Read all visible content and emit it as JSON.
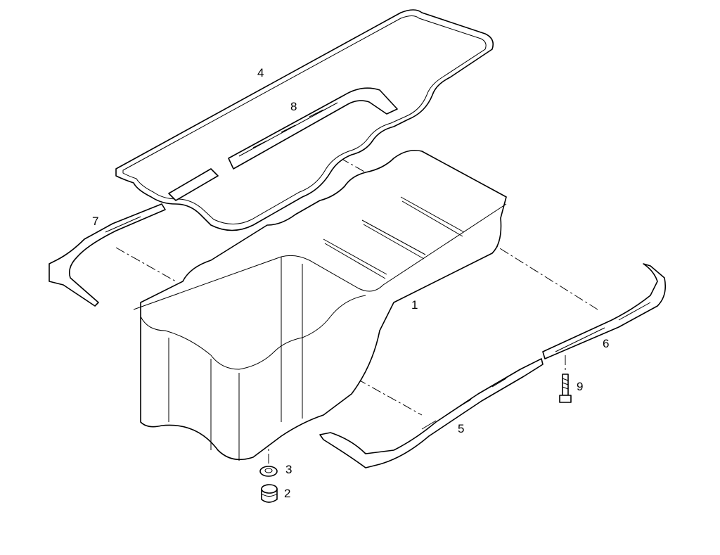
{
  "diagram": {
    "callouts": {
      "oil_pan": "1",
      "drain_plug": "2",
      "seal_washer": "3",
      "pan_gasket": "4",
      "side_rail_right_front": "5",
      "side_rail_right_rear": "6",
      "end_seal_left": "7",
      "end_seal_top": "8",
      "bolt": "9"
    }
  }
}
